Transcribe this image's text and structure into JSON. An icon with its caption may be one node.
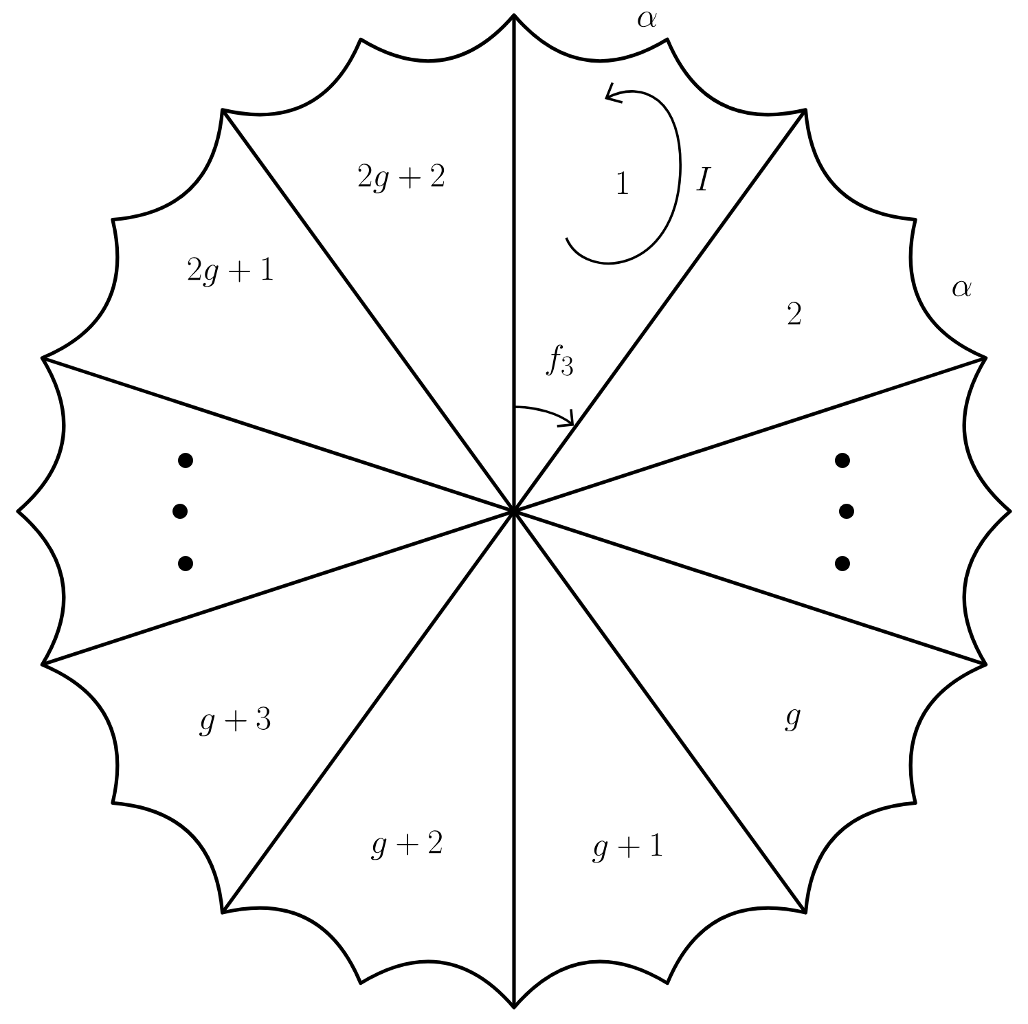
{
  "diagram": {
    "labels": [
      "\\alpha",
      "2g+2",
      "1",
      "I",
      "2g+1",
      "2",
      "\\alpha",
      "f_3",
      "g+3",
      "g",
      "g+2",
      "g+1"
    ]
  }
}
